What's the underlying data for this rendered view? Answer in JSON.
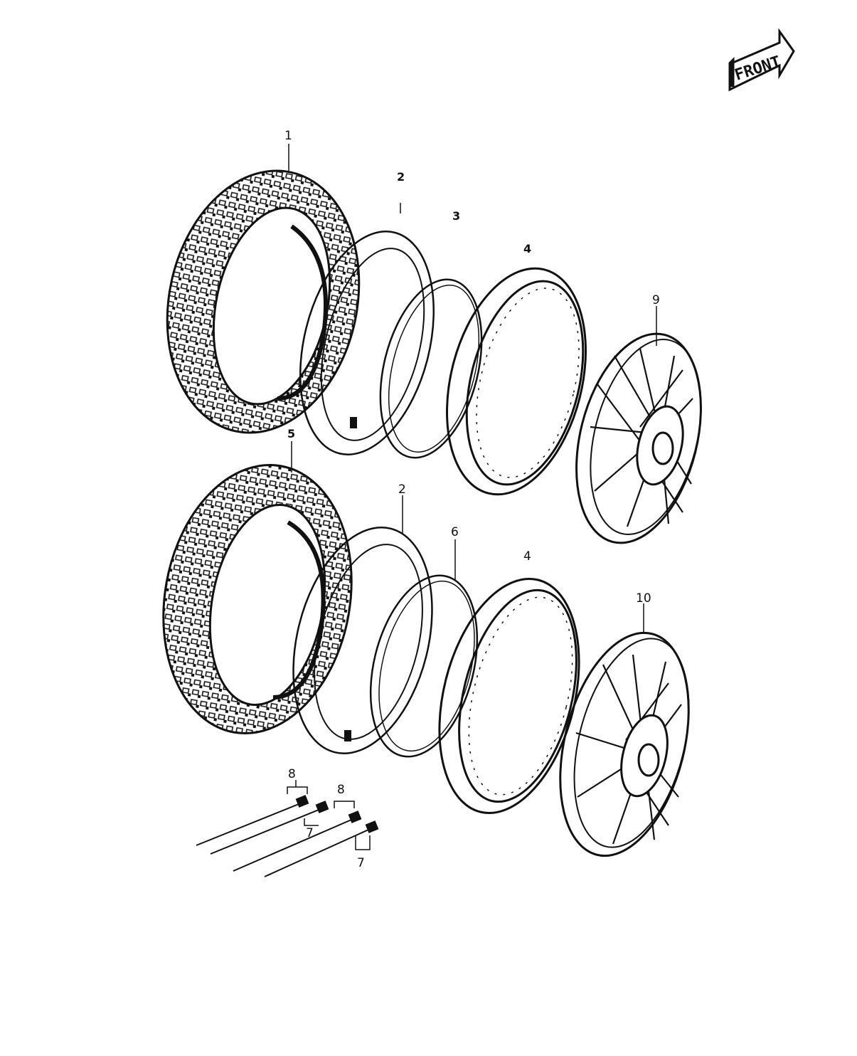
{
  "badge": {
    "label": "FRONT"
  },
  "callouts": {
    "c1": "1",
    "c2a": "2",
    "c3": "3",
    "c4a": "4",
    "c9": "9",
    "c5": "5",
    "c2b": "2",
    "c6": "6",
    "c4b": "4",
    "c10": "10",
    "c8a": "8",
    "c8b": "8",
    "c7a": "7",
    "c7b": "7"
  }
}
